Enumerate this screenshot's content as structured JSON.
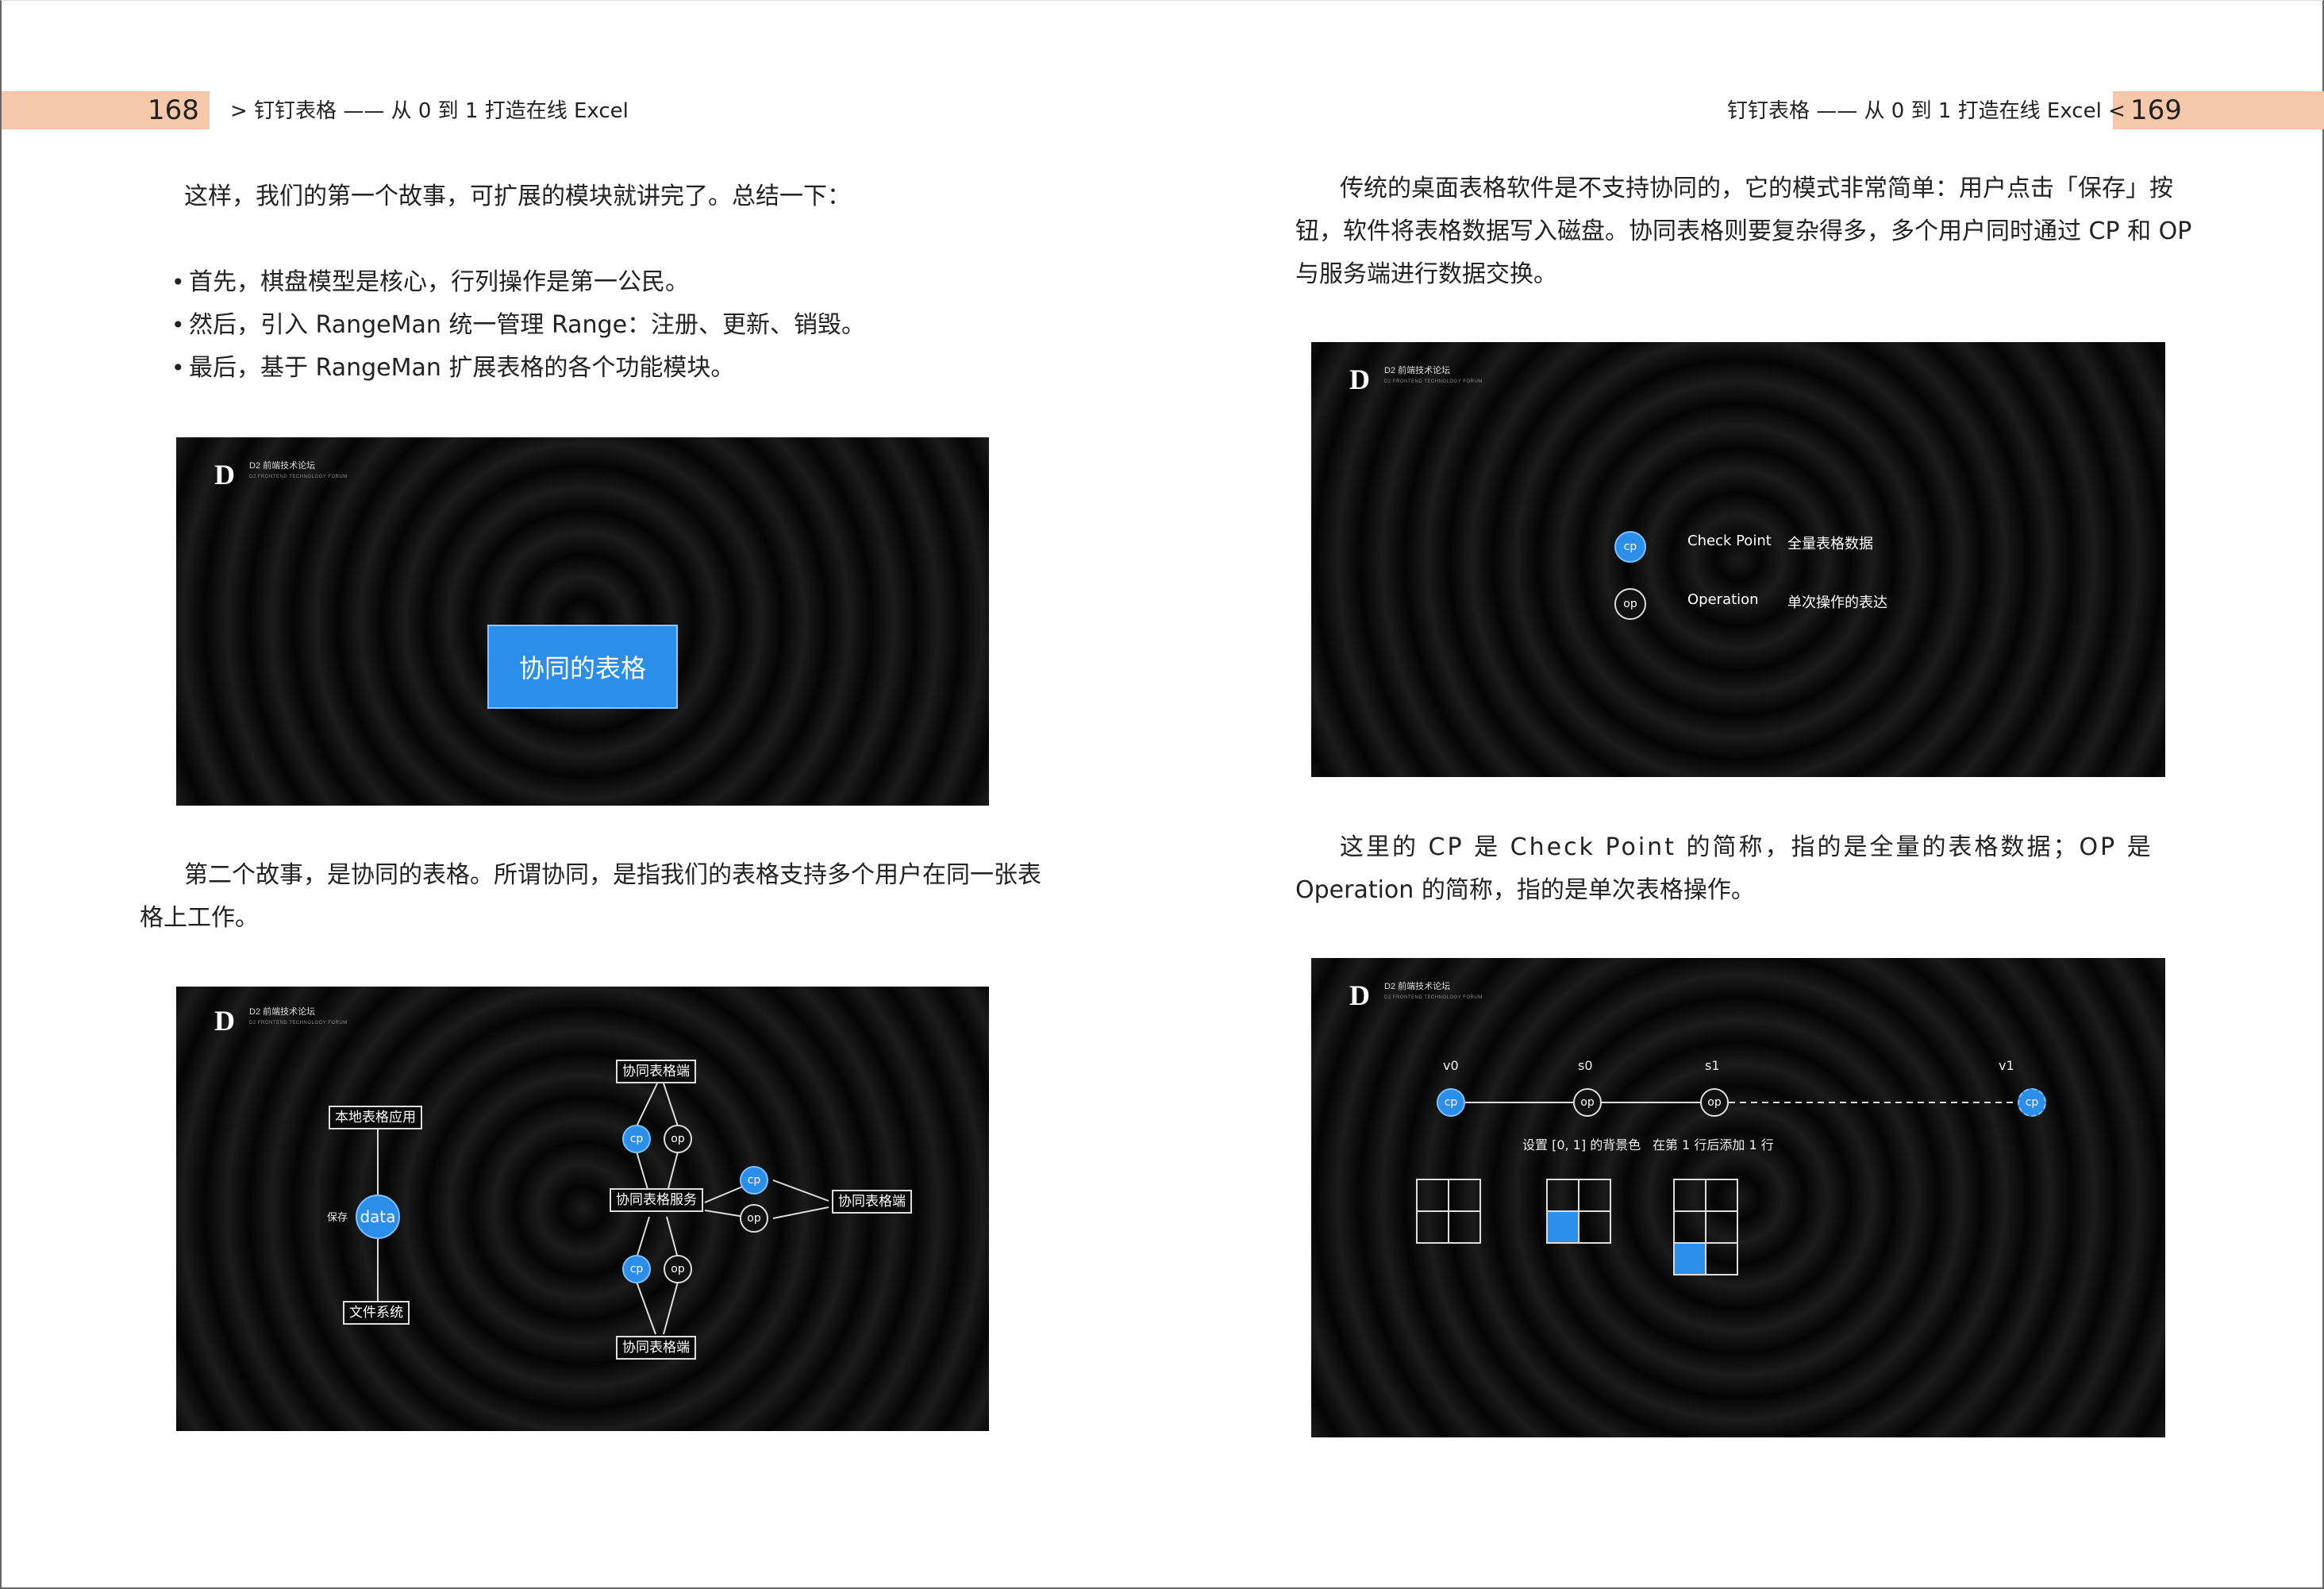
{
  "left_page": {
    "page_number": "168",
    "running_head": "> 钉钉表格 —— 从 0 到 1 打造在线 Excel",
    "intro": "这样，我们的第一个故事，可扩展的模块就讲完了。总结一下：",
    "bullets": [
      "首先，棋盘模型是核心，行列操作是第一公民。",
      "然后，引入 RangeMan 统一管理 Range：注册、更新、销毁。",
      "最后，基于 RangeMan 扩展表格的各个功能模块。"
    ],
    "slide1": {
      "button": "协同的表格"
    },
    "story_line1": "第二个故事，是协同的表格。所谓协同，是指我们的表格支持多个用户在同一张表",
    "story_line2": "格上工作。",
    "slide2": {
      "local_app": "本地表格应用",
      "save": "保存",
      "data": "data",
      "file_system": "文件系统",
      "client_top": "协同表格端",
      "client_right": "协同表格端",
      "client_bottom": "协同表格端",
      "service": "协同表格服务",
      "cp": "cp",
      "op": "op"
    }
  },
  "right_page": {
    "page_number": "169",
    "running_head": "钉钉表格 —— 从 0 到 1 打造在线 Excel <",
    "para1_line1": "传统的桌面表格软件是不支持协同的，它的模式非常简单：用户点击「保存」按",
    "para1_line2": "钮，软件将表格数据写入磁盘。协同表格则要复杂得多，多个用户同时通过 CP 和 OP",
    "para1_line3": "与服务端进行数据交换。",
    "slide3": {
      "cp": "cp",
      "op": "op",
      "cp_name": "Check Point",
      "cp_desc": "全量表格数据",
      "op_name": "Operation",
      "op_desc": "单次操作的表达"
    },
    "para2_line1": "这里的 CP 是 Check Point 的简称，指的是全量的表格数据；OP 是",
    "para2_line2": "Operation 的简称，指的是单次表格操作。",
    "slide4": {
      "v0": "v0",
      "s0": "s0",
      "s1": "s1",
      "v1": "v1",
      "cp": "cp",
      "op": "op",
      "s0_desc": "设置 [0, 1] 的背景色",
      "s1_desc": "在第 1 行后添加 1 行"
    }
  },
  "logo": {
    "mark": "D",
    "title": "D2 前端技术论坛",
    "sub": "D2 FRONTEND TECHNOLOGY FORUM"
  },
  "colors": {
    "header_band": "#f5c8ab",
    "accent_blue": "#2b8ee8",
    "slide_bg": "#050505"
  }
}
